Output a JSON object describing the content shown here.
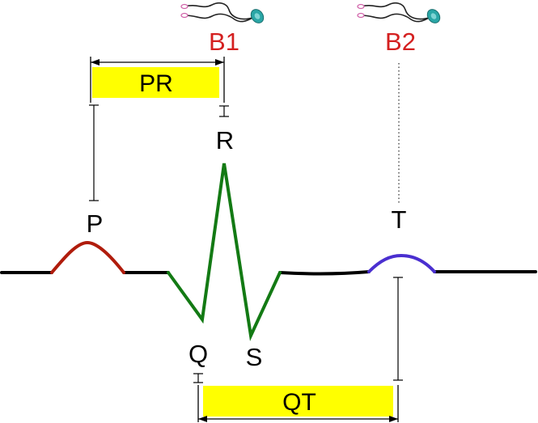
{
  "colors": {
    "baseline": "#000000",
    "p_wave": "#b01c0c",
    "qrs_complex": "#137a14",
    "t_wave": "#4a2fd0",
    "beat_label": "#d42020",
    "interval_box": "#ffff00",
    "stethoscope": "#2aa6a6"
  },
  "beats": {
    "first": "B1",
    "second": "B2"
  },
  "waves": {
    "p": "P",
    "q": "Q",
    "r": "R",
    "s": "S",
    "t": "T"
  },
  "intervals": {
    "pr": "PR",
    "qt": "QT"
  },
  "icons": {
    "beat_marker": "stethoscope-icon"
  }
}
